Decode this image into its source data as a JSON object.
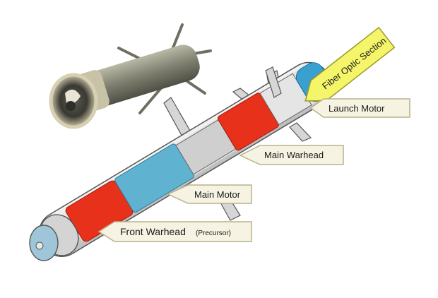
{
  "labels": {
    "fiber_optic_section": "Fiber Optic Section",
    "launch_motor": "Launch Motor",
    "main_warhead": "Main Warhead",
    "main_motor": "Main Motor",
    "front_warhead": "Front Warhead",
    "front_warhead_note": "(Precursor)"
  },
  "colors": {
    "background": "#ffffff",
    "warhead": "#e8311a",
    "motor": "#5fb3d1",
    "fiber_optic": "#3aa0d0",
    "body": "#e6e6e6",
    "outline": "#555555",
    "callout_fill": "#f6f3e2",
    "callout_stroke": "#b8b28c",
    "fiber_callout_fill": "#f5f56a",
    "fiber_callout_stroke": "#9a9a2a",
    "photo_missile": "#8a8a7a"
  }
}
